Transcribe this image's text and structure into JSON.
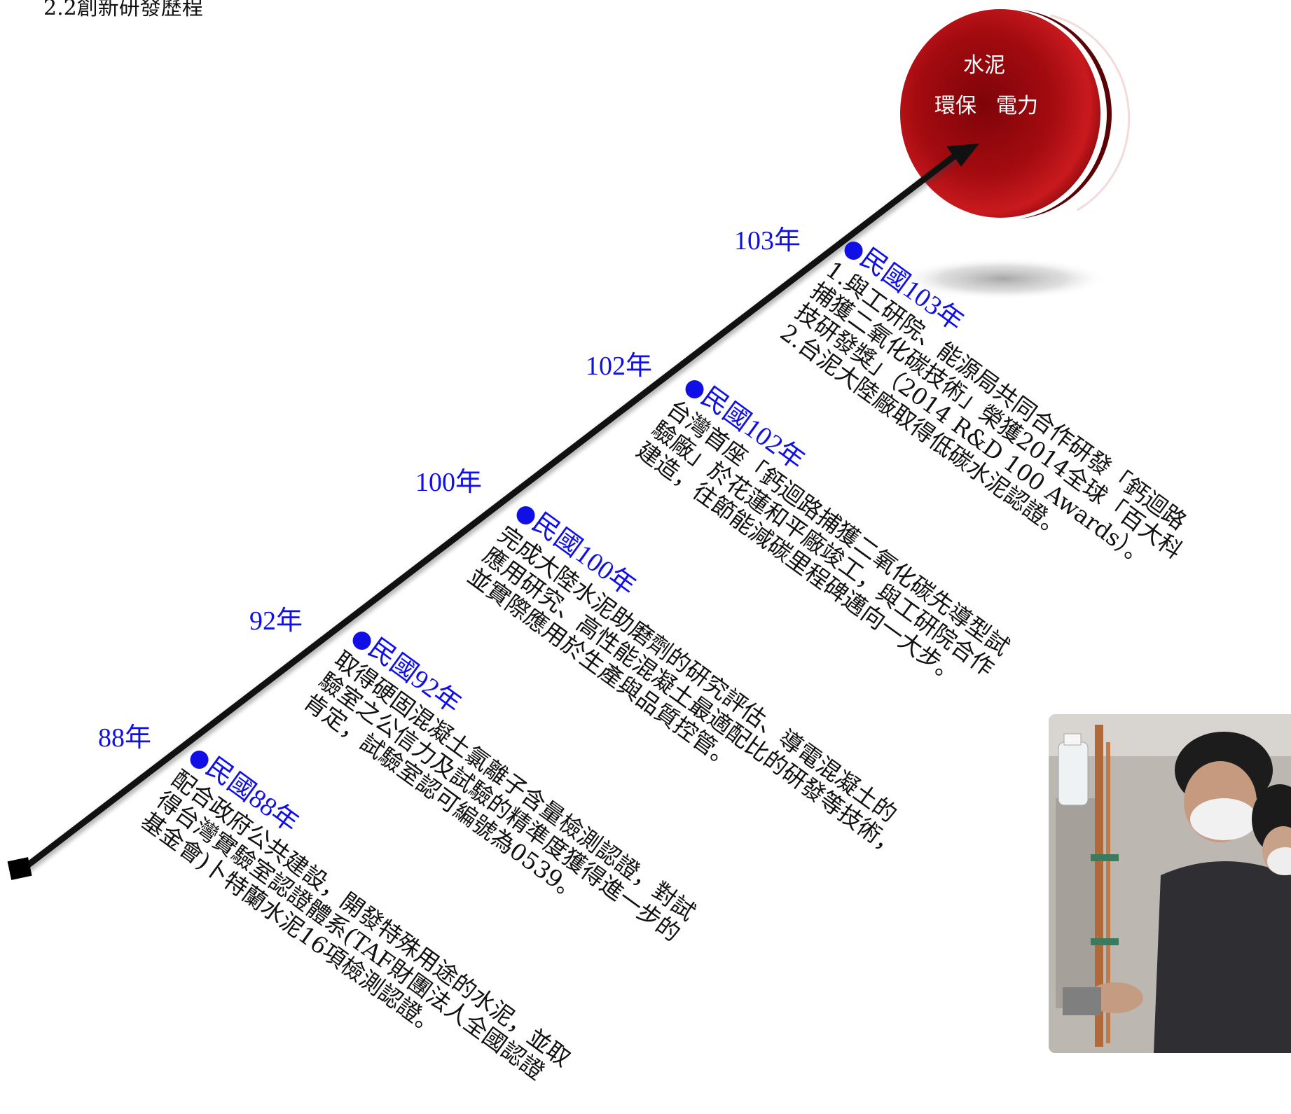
{
  "page": {
    "title": "2.2創新研發歷程"
  },
  "target_circle": {
    "line1": "水泥",
    "line2_left": "環保",
    "line2_right": "電力"
  },
  "timeline": {
    "years": [
      "88年",
      "92年",
      "100年",
      "102年",
      "103年"
    ],
    "entries": [
      {
        "title": "民國88年",
        "lines": [
          "配合政府公共建設，開發特殊用途的水泥，並取",
          "得台灣實驗室認證體系(TAF財團法人全國認證",
          "基金會)卜特蘭水泥16項檢測認證。"
        ]
      },
      {
        "title": "民國92年",
        "lines": [
          "取得硬固混凝土氯離子含量檢測認證，對試",
          "驗室之公信力及試驗的精準度獲得進一步的",
          "肯定，試驗室認可編號為0539。"
        ]
      },
      {
        "title": "民國100年",
        "lines": [
          "完成大陸水泥助磨劑的研究評估、導電混凝土的",
          "應用研究、高性能混凝土最適配比的研發等技術，",
          "並實際應用於生產與品質控管。"
        ]
      },
      {
        "title": "民國102年",
        "lines": [
          "台灣首座「鈣迴路捕獲二氧化碳先導型試",
          "驗廠」於花蓮和平廠竣工，與工研院合作",
          "建造，往節能減碳里程碑邁向一大步。"
        ]
      },
      {
        "title": "民國103年",
        "lines": [
          "1.與工研院、能源局共同合作研發「鈣迴路",
          "捕獲二氧化碳技術」榮獲2014全球「百大科",
          "技研發獎」（2014 R&D 100 Awards）。",
          "2.台泥大陸廠取得低碳水泥認證。"
        ]
      }
    ]
  },
  "colors": {
    "year_blue": "#1010e6",
    "circle_red": "#b00d12",
    "circle_dark": "#5a0204",
    "text": "#111111"
  },
  "icons": {
    "bullet": "●",
    "arrow_head": "arrow-head-icon",
    "arrow_tail": "square-tail-icon"
  }
}
